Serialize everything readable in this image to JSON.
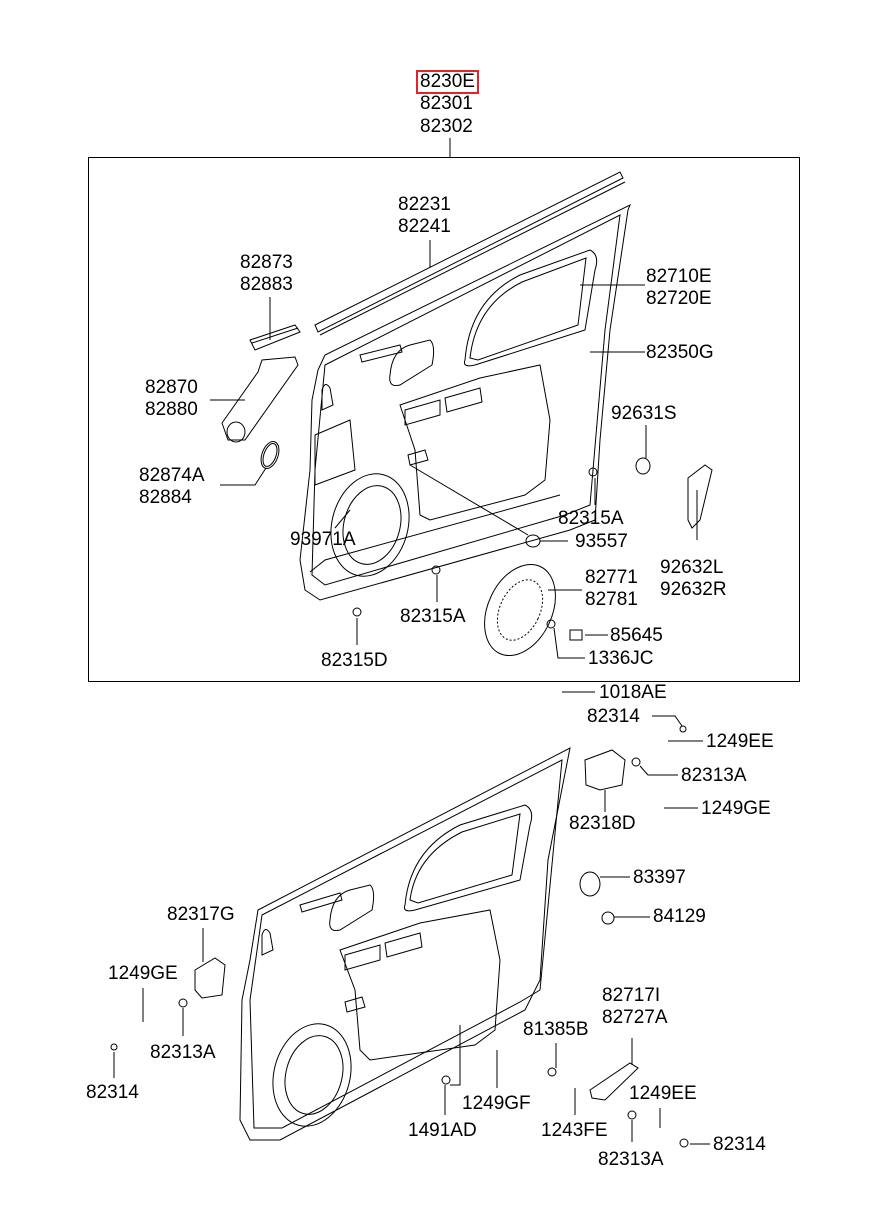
{
  "diagram": {
    "title_parts": [
      "8230E",
      "82301",
      "82302"
    ],
    "highlighted_part": "8230E",
    "highlight_color": "#e0242a",
    "upper_group": {
      "labels": [
        {
          "id": "p82231",
          "lines": [
            "82231",
            "82241"
          ]
        },
        {
          "id": "p82873",
          "lines": [
            "82873",
            "82883"
          ]
        },
        {
          "id": "p82710E",
          "lines": [
            "82710E",
            "82720E"
          ]
        },
        {
          "id": "p82350G",
          "lines": [
            "82350G"
          ]
        },
        {
          "id": "p82870",
          "lines": [
            "82870",
            "82880"
          ]
        },
        {
          "id": "p92631S",
          "lines": [
            "92631S"
          ]
        },
        {
          "id": "p82874A",
          "lines": [
            "82874A",
            "82884"
          ]
        },
        {
          "id": "p82315A_1",
          "lines": [
            "82315A"
          ]
        },
        {
          "id": "p93971A",
          "lines": [
            "93971A"
          ]
        },
        {
          "id": "p93557",
          "lines": [
            "93557"
          ]
        },
        {
          "id": "p92632L",
          "lines": [
            "92632L",
            "92632R"
          ]
        },
        {
          "id": "p82771",
          "lines": [
            "82771",
            "82781"
          ]
        },
        {
          "id": "p82315A_2",
          "lines": [
            "82315A"
          ]
        },
        {
          "id": "p85645",
          "lines": [
            "85645"
          ]
        },
        {
          "id": "p1336JC",
          "lines": [
            "1336JC"
          ]
        },
        {
          "id": "p82315D",
          "lines": [
            "82315D"
          ]
        }
      ]
    },
    "lower_group": {
      "labels": [
        {
          "id": "p1018AE",
          "lines": [
            "1018AE"
          ]
        },
        {
          "id": "p82314_1",
          "lines": [
            "82314"
          ]
        },
        {
          "id": "p1249EE_1",
          "lines": [
            "1249EE"
          ]
        },
        {
          "id": "p82313A_1",
          "lines": [
            "82313A"
          ]
        },
        {
          "id": "p82318D",
          "lines": [
            "82318D"
          ]
        },
        {
          "id": "p1249GE_1",
          "lines": [
            "1249GE"
          ]
        },
        {
          "id": "p83397",
          "lines": [
            "83397"
          ]
        },
        {
          "id": "p84129",
          "lines": [
            "84129"
          ]
        },
        {
          "id": "p82317G",
          "lines": [
            "82317G"
          ]
        },
        {
          "id": "p1249GE_2",
          "lines": [
            "1249GE"
          ]
        },
        {
          "id": "p82717I",
          "lines": [
            "82717I",
            "82727A"
          ]
        },
        {
          "id": "p81385B",
          "lines": [
            "81385B"
          ]
        },
        {
          "id": "p82313A_2",
          "lines": [
            "82313A"
          ]
        },
        {
          "id": "p1249EE_2",
          "lines": [
            "1249EE"
          ]
        },
        {
          "id": "p82314_2",
          "lines": [
            "82314"
          ]
        },
        {
          "id": "p1249GF",
          "lines": [
            "1249GF"
          ]
        },
        {
          "id": "p1491AD",
          "lines": [
            "1491AD"
          ]
        },
        {
          "id": "p1243FE",
          "lines": [
            "1243FE"
          ]
        },
        {
          "id": "p82313A_3",
          "lines": [
            "82313A"
          ]
        },
        {
          "id": "p82314_3",
          "lines": [
            "82314"
          ]
        }
      ]
    }
  }
}
